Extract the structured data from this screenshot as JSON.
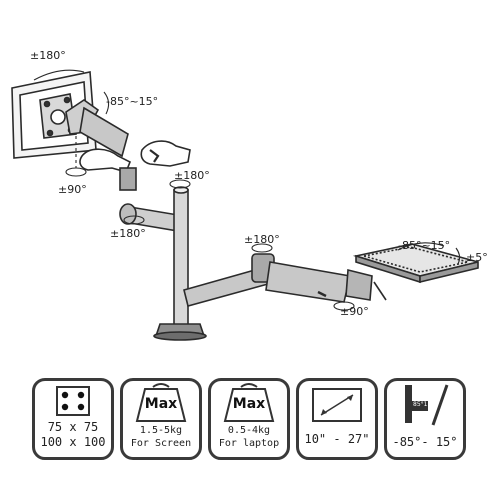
{
  "rotation_labels": {
    "monitor_swivel": "±180°",
    "monitor_tilt": "-85°~15°",
    "monitor_rotate": "±90°",
    "arm_joint_top": "±180°",
    "arm_joint_low": "±180°",
    "laptop_base": "±180°",
    "laptop_tilt": "-85°~15°",
    "laptop_lip": "±5°",
    "laptop_rotate": "±90°"
  },
  "features": [
    {
      "icon": "vesa-pattern-icon",
      "line1": "75 x 75",
      "line2": "100 x 100"
    },
    {
      "icon": "weight-screen-icon",
      "title": "Max",
      "line1": "1.5-5kg",
      "line2": "For Screen"
    },
    {
      "icon": "weight-laptop-icon",
      "title": "Max",
      "line1": "0.5-4kg",
      "line2": "For laptop"
    },
    {
      "icon": "screen-size-icon",
      "line1": "10\" - 27\""
    },
    {
      "icon": "tilt-range-icon",
      "badge": "85°15°",
      "line1": "-85°- 15°"
    }
  ],
  "colors": {
    "line": "#2b2b2b",
    "metal": "#bdbdbd",
    "dark": "#3a3a3a"
  }
}
